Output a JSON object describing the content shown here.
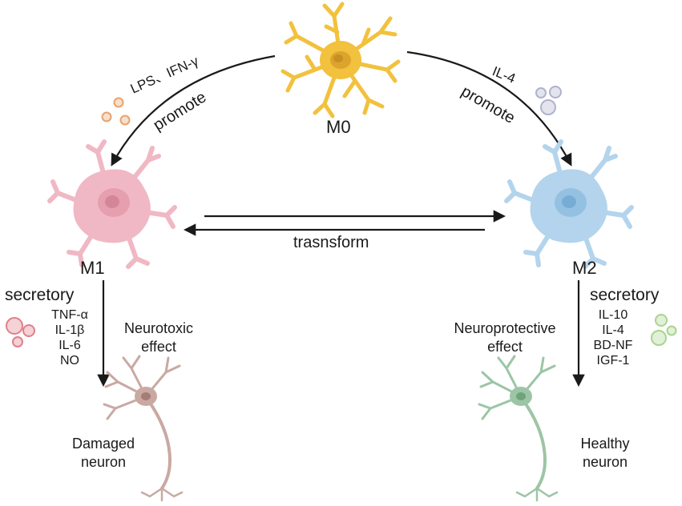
{
  "cells": {
    "m0": {
      "label": "M0",
      "color": "#f2c13d"
    },
    "m1": {
      "label": "M1",
      "color": "#f0b8c4"
    },
    "m2": {
      "label": "M2",
      "color": "#b3d4ec"
    }
  },
  "left_path": {
    "stimulus": "LPS、IFN-γ",
    "action": "promote",
    "particle_color": "#e8a36e"
  },
  "right_path": {
    "stimulus": "IL-4",
    "action": "promote",
    "particle_color": "#aeb3cf"
  },
  "transform_label": "trasnsform",
  "m1_secretion": {
    "title": "secretory",
    "items": [
      "TNF-α",
      "IL-1β",
      "IL-6",
      "NO"
    ],
    "particle_color": "#e07f8a",
    "effect_lines": [
      "Neurotoxic",
      "effect"
    ],
    "neuron_lines": [
      "Damaged",
      "neuron"
    ],
    "neuron_color": "#c9a9a2"
  },
  "m2_secretion": {
    "title": "secretory",
    "items": [
      "IL-10",
      "IL-4",
      "BD-NF",
      "IGF-1"
    ],
    "particle_color": "#a9d48f",
    "effect_lines": [
      "Neuroprotective",
      "effect"
    ],
    "neuron_lines": [
      "Healthy",
      "neuron"
    ],
    "neuron_color": "#9cc5a6"
  }
}
